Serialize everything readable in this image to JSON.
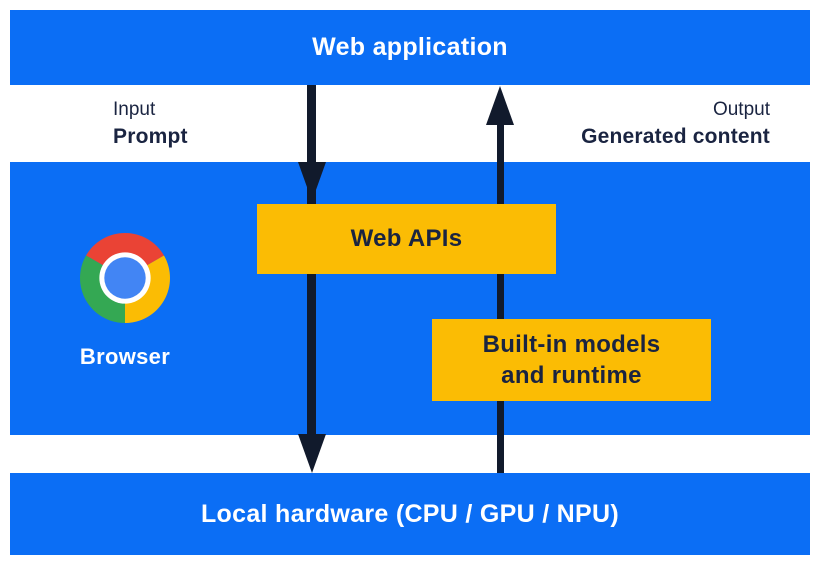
{
  "colors": {
    "blue": "#0b6ef5",
    "yellow": "#fbbc04",
    "navy": "#1a2441",
    "arrow": "#111a2c",
    "white": "#ffffff",
    "chrome_red": "#ea4335",
    "chrome_yellow": "#fbbc04",
    "chrome_green": "#34a853",
    "chrome_blue": "#4285f4"
  },
  "diagram": {
    "top_bar": {
      "label": "Web application"
    },
    "input": {
      "title": "Input",
      "value": "Prompt"
    },
    "output": {
      "title": "Output",
      "value": "Generated content"
    },
    "browser": {
      "label": "Browser",
      "web_apis": {
        "label": "Web APIs"
      },
      "builtin": {
        "line1": "Built-in models",
        "line2": "and runtime"
      }
    },
    "bottom_bar": {
      "label": "Local hardware (CPU / GPU / NPU)"
    },
    "icons": {
      "chrome": "chrome-icon"
    }
  }
}
